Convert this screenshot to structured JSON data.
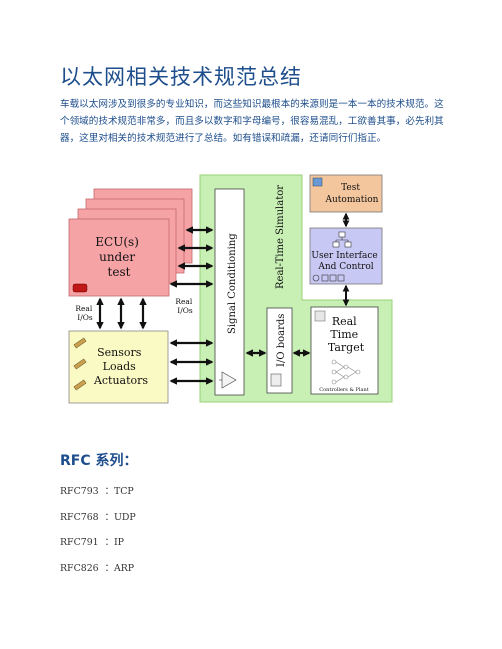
{
  "document": {
    "title": "以太网相关技术规范总结",
    "intro": "车载以太网涉及到很多的专业知识，而这些知识最根本的来源则是一本一本的技术规范。这个领域的技术规范非常多，而且多以数字和字母编号，很容易混乱，工欲善其事，必先利其器，这里对相关的技术规范进行了总结。如有错误和疏漏，还请同行们指正。",
    "section_title": "RFC 系列：",
    "rfc_items": [
      "RFC793  ：TCP",
      "RFC768  ：UDP",
      "RFC791  ：IP",
      "RFC826  ：ARP"
    ]
  },
  "diagram": {
    "ecu_label": [
      "ECU(s)",
      "under",
      "test"
    ],
    "sensors_label": [
      "Sensors",
      "Loads",
      "Actuators"
    ],
    "real_ios_left": [
      "Real",
      "I/Os"
    ],
    "real_ios_right": [
      "Real",
      "I/Os"
    ],
    "signal_conditioning": "Signal Conditioning",
    "realtime_simulator": "Real-Time Simulator",
    "io_boards": "I/O boards",
    "test_automation": [
      "Test",
      "Automation"
    ],
    "user_interface": [
      "User Interface",
      "And  Control"
    ],
    "realtime_target": [
      "Real",
      "Time",
      "Target"
    ],
    "controllers_plant": "Controllers & Plant",
    "colors": {
      "ecu_fill": "#f6a3a6",
      "ecu_stroke": "#c3696d",
      "sensor_fill": "#fafac4",
      "green_fill": "#c8f0b4",
      "green_stroke": "#98d078",
      "test_automation_fill": "#f3c69e",
      "ui_fill": "#c8c8f4",
      "white": "#ffffff"
    }
  }
}
